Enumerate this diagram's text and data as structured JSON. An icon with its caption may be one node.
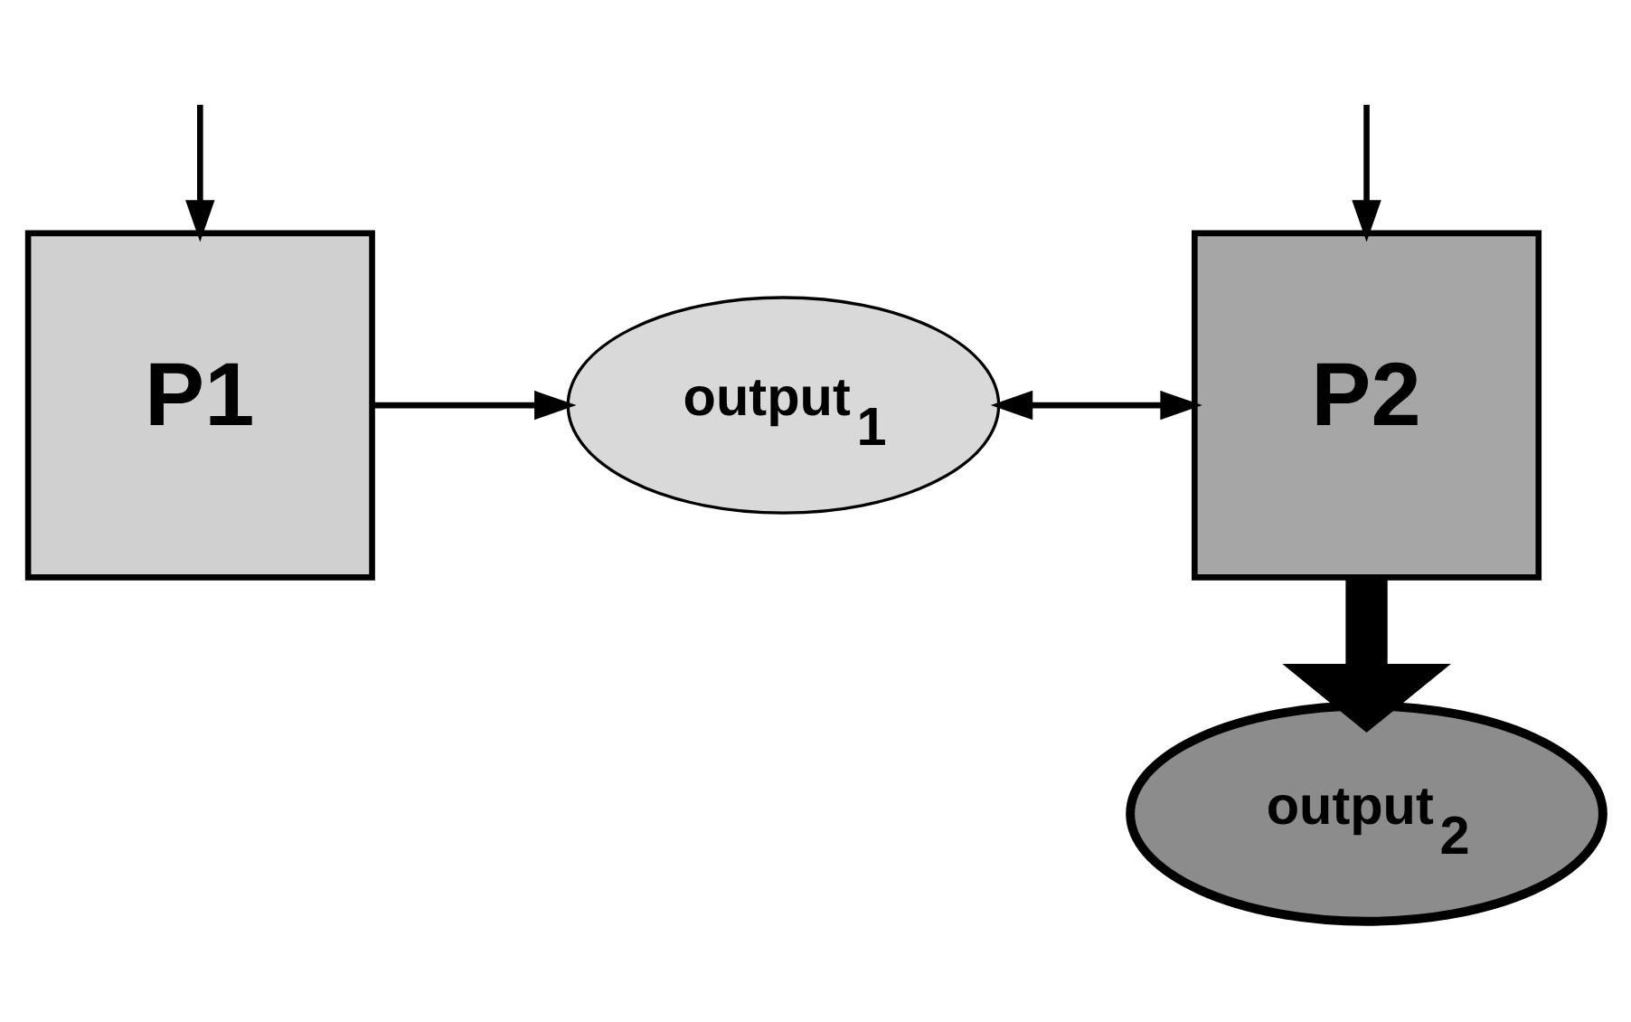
{
  "diagram": {
    "nodes": [
      {
        "text": [
          "P1"
        ]
      },
      {
        "text": [
          "output$_{1}$"
        ]
      },
      {
        "text": [
          "P2"
        ]
      },
      {
        "text": [
          "output$_{2}$"
        ]
      }
    ],
    "edges": [
      {
        "from": null,
        "to": 0,
        "arrow": "to"
      },
      {
        "from": null,
        "to": 2,
        "arrow": "to"
      },
      {
        "from": 0,
        "to": 1,
        "arrow": "to"
      },
      {
        "from": 1,
        "to": 2,
        "arrow": "both"
      },
      {
        "from": 2,
        "to": 3,
        "arrow": "to",
        "style": "thick"
      }
    ]
  }
}
